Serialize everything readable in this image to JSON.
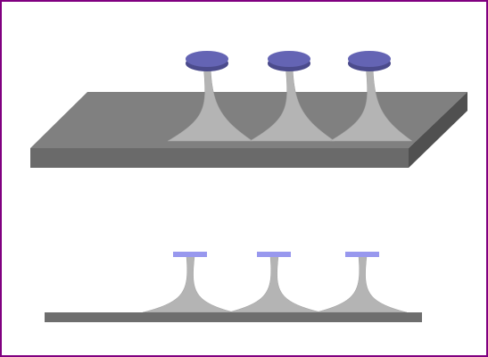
{
  "diagram": {
    "views": [
      {
        "name": "perspective-view",
        "pillar_count": 3
      },
      {
        "name": "side-view",
        "pillar_count": 3
      }
    ]
  },
  "colors": {
    "frame_border": "#800080",
    "background": "#ffffff",
    "plate_top": "#808080",
    "plate_front": "#6a6a6a",
    "plate_side": "#505050",
    "pillar": "#b4b4b4",
    "pillar_shadow": "#a0a0a0",
    "cap_top": "#6464b4",
    "cap_side": "#4b4b8c",
    "cap_flat": "#9898ee",
    "base_line": "#6e6e6e"
  }
}
